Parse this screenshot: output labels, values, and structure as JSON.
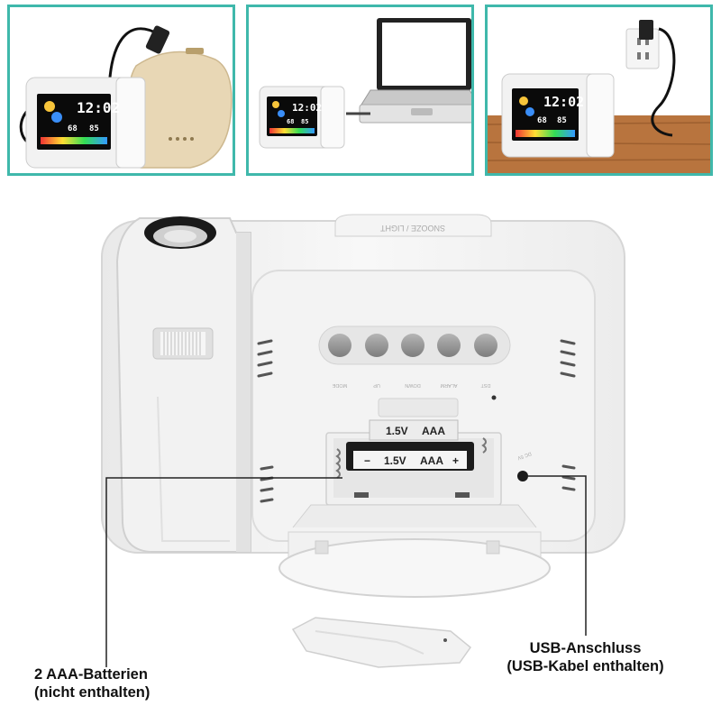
{
  "clock_display": {
    "time": "12:02",
    "humidity": "68",
    "temp": "85"
  },
  "battery": {
    "voltage": "1.5V",
    "type": "AAA",
    "minus": "−",
    "plus": "+"
  },
  "button_marks": [
    "MODE",
    "UP",
    "DOWN",
    "ALARM",
    "DST"
  ],
  "snooze_label": "SNOOZE / LIGHT",
  "callouts": {
    "batteries_line1": "2 AAA-Batterien",
    "batteries_line2": "(nicht enthalten)",
    "usb_line1": "USB-Anschluss",
    "usb_line2": "(USB-Kabel enthalten)"
  },
  "colors": {
    "accent_border": "#3fb8ab",
    "wood": "#b8743e"
  }
}
